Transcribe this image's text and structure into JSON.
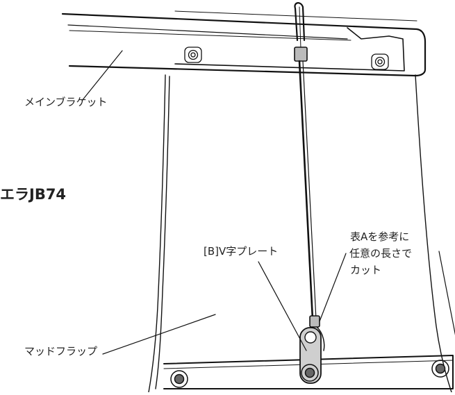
{
  "labels": {
    "main_bracket": "メインブラケット",
    "model": "エラJB74",
    "v_plate": "[B]V字プレート",
    "cut_note_line1": "表Aを参考に",
    "cut_note_line2": "任意の長さで",
    "cut_note_line3": "カット",
    "mud_flap": "マッドフラップ"
  }
}
